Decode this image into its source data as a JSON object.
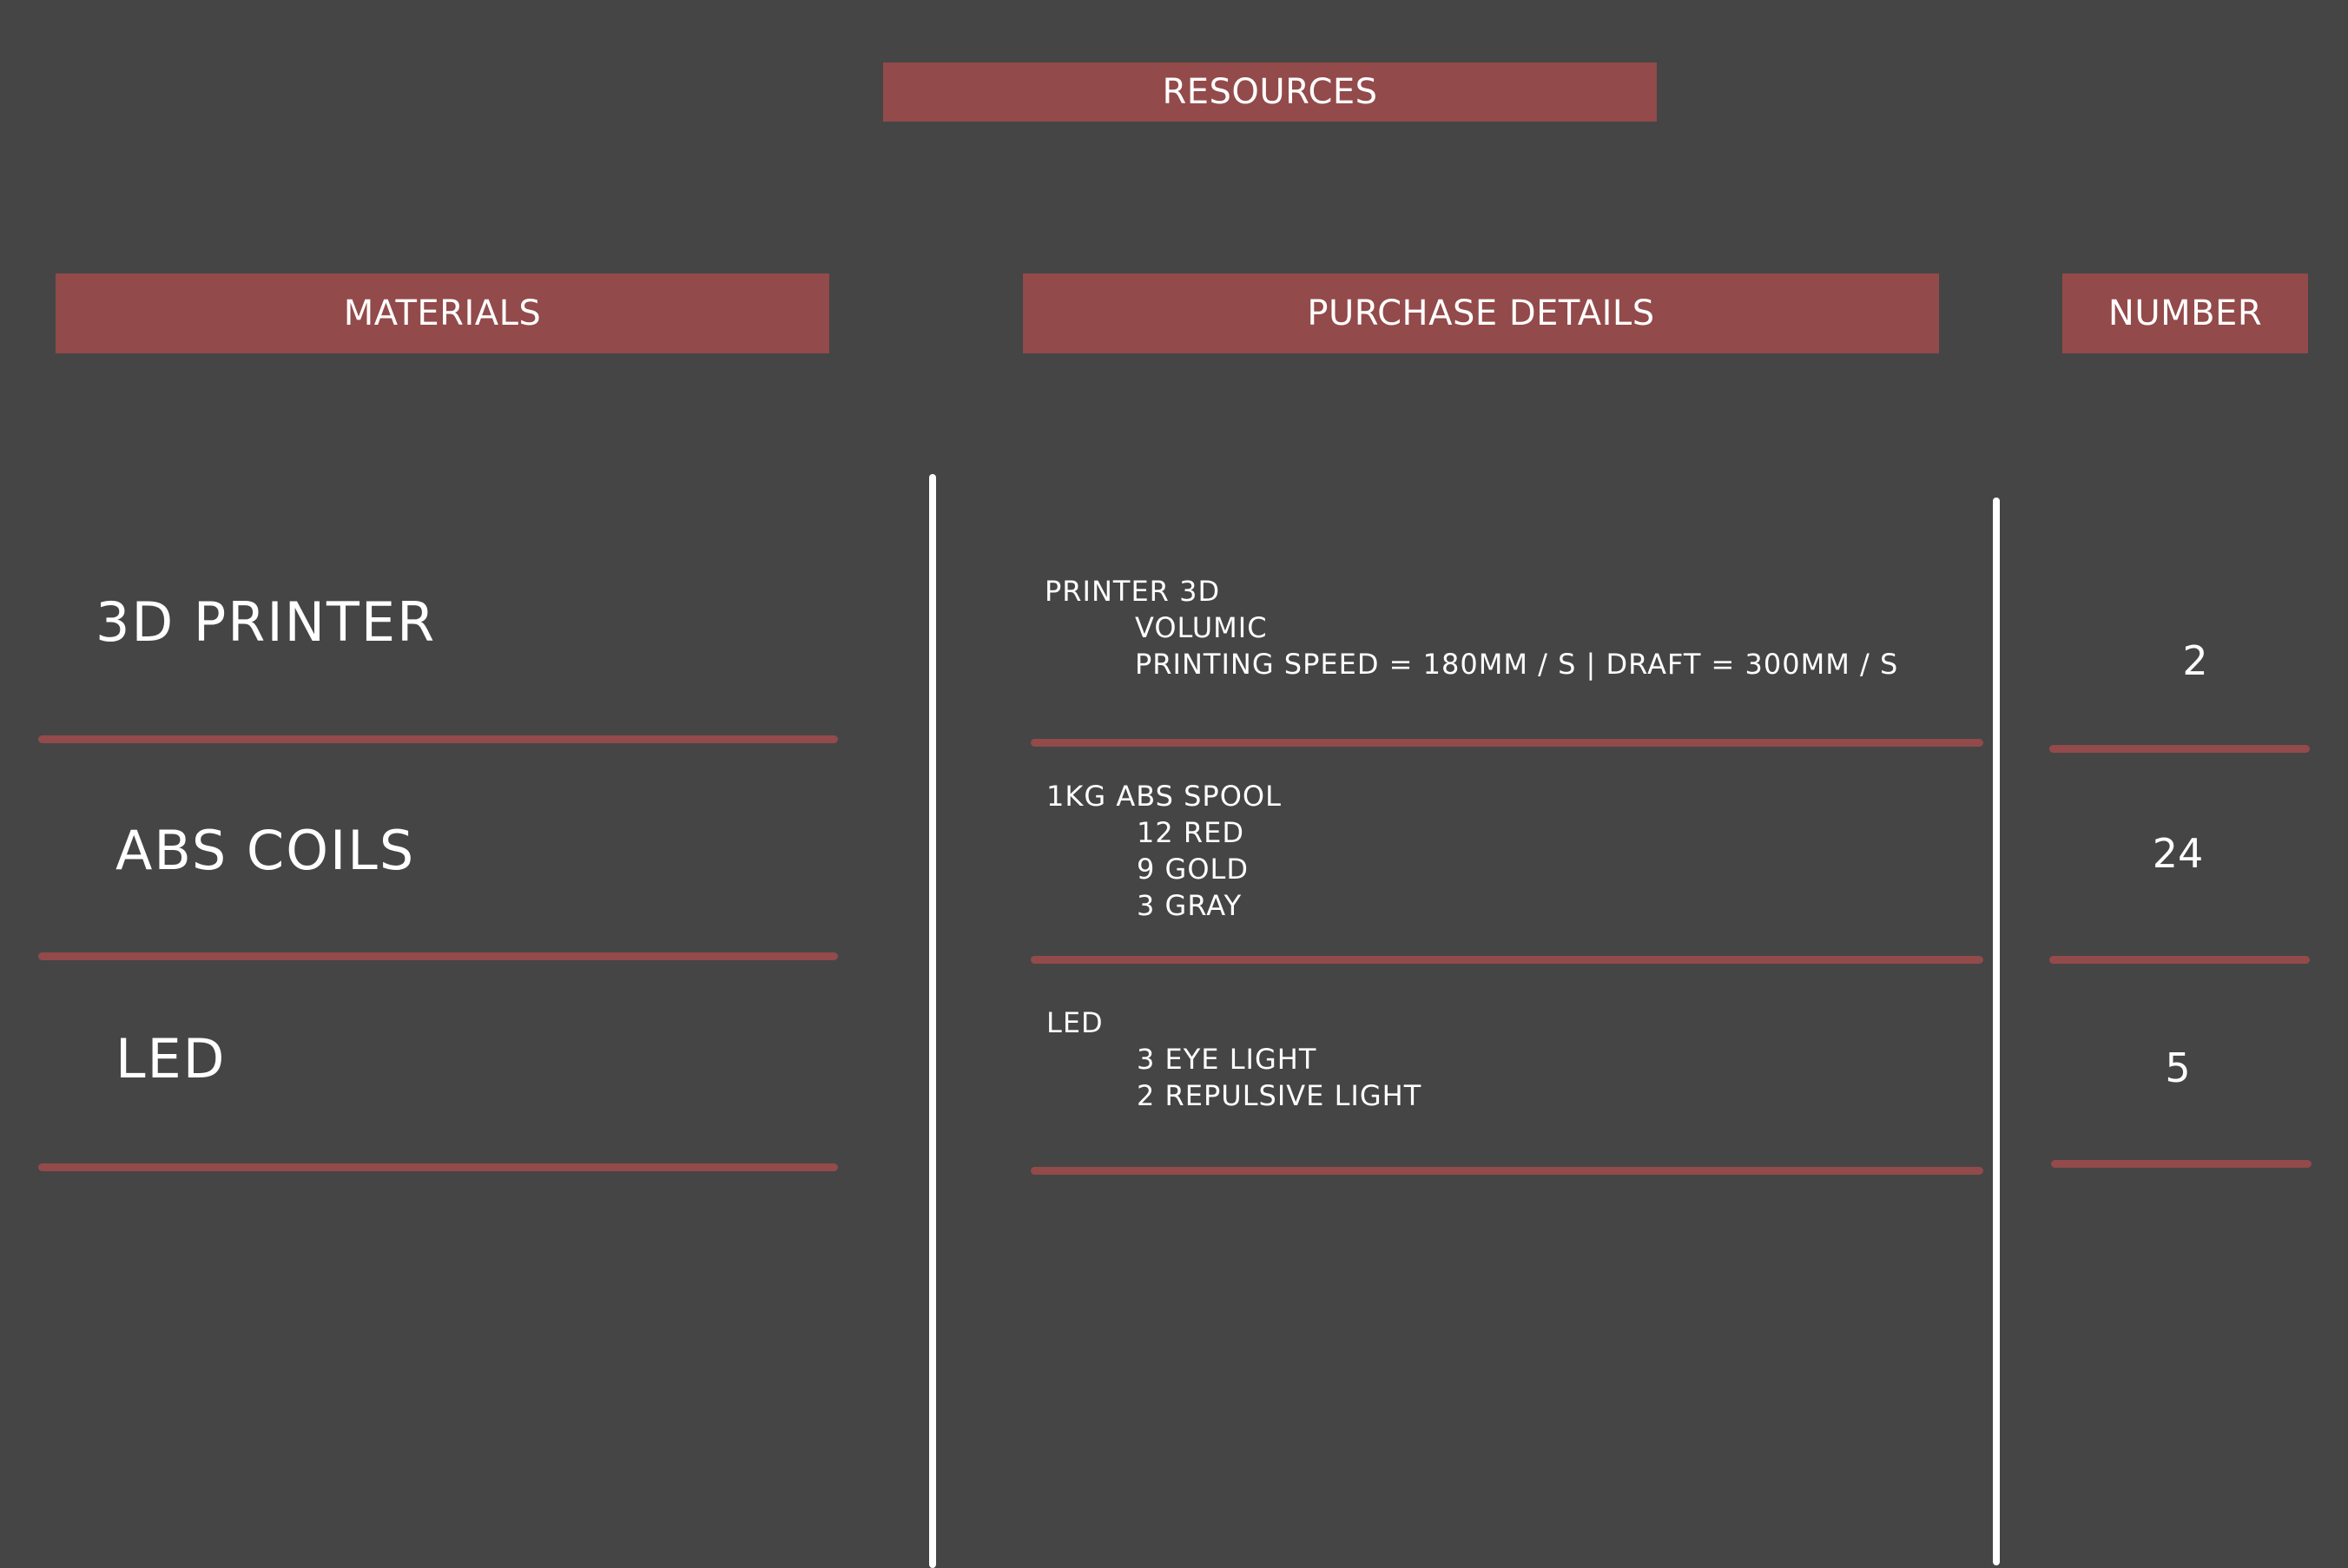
{
  "header": {
    "title": "RESOURCES"
  },
  "columns": {
    "materials": "MATERIALS",
    "purchase_details": "PURCHASE DETAILS",
    "number": "NUMBER"
  },
  "rows": [
    {
      "material": "3D PRINTER",
      "details": {
        "title": "PRINTER 3D",
        "lines": [
          "VOLUMIC",
          "PRINTING SPEED = 180MM / S | DRAFT = 300MM / S"
        ]
      },
      "number": "2"
    },
    {
      "material": "ABS COILS",
      "details": {
        "title": "1KG ABS SPOOL",
        "lines": [
          "12 RED",
          "9 GOLD",
          "3 GRAY"
        ]
      },
      "number": "24"
    },
    {
      "material": "LED",
      "details": {
        "title": "LED",
        "lines": [
          "3 EYE LIGHT",
          "2 REPULSIVE LIGHT"
        ]
      },
      "number": "5"
    }
  ],
  "colors": {
    "background": "#454545",
    "accent": "#934a4a",
    "text": "#ffffff"
  }
}
